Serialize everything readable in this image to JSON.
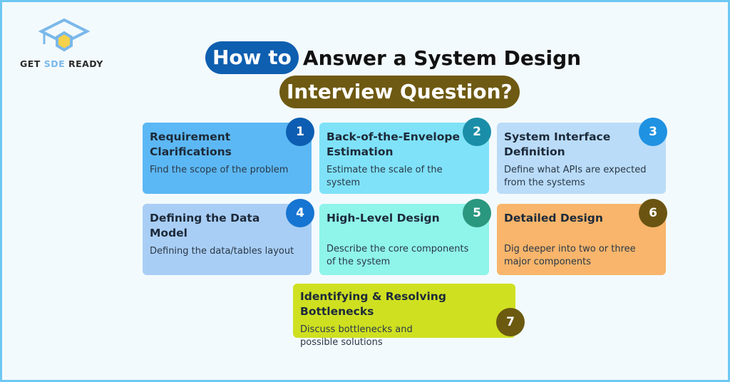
{
  "logo": {
    "get": "GET",
    "sde": "SDE",
    "ready": "READY"
  },
  "title": {
    "highlight": "How to",
    "rest": "Answer a System Design",
    "line2": "Interview Question?"
  },
  "steps": [
    {
      "number": "1",
      "title": "Requirement Clarifications",
      "description": "Find the scope of the problem",
      "color": "#5cb8f4",
      "badge_color": "#0d5eb2"
    },
    {
      "number": "2",
      "title": "Back-of-the-Envelope Estimation",
      "description": "Estimate the scale of the system",
      "color": "#7fe2f8",
      "badge_color": "#1a8ea8"
    },
    {
      "number": "3",
      "title": "System Interface Definition",
      "description": "Define what APIs are expected from the systems",
      "color": "#badcf8",
      "badge_color": "#1f92e2"
    },
    {
      "number": "4",
      "title": "Defining the Data Model",
      "description": "Defining the data/tables layout",
      "color": "#a9cef5",
      "badge_color": "#1675d2"
    },
    {
      "number": "5",
      "title": "High-Level Design",
      "description": "Describe the core components of the system",
      "color": "#8ff4ea",
      "badge_color": "#2a977f"
    },
    {
      "number": "6",
      "title": "Detailed Design",
      "description": "Dig deeper into two or three major components",
      "color": "#f8b56b",
      "badge_color": "#6b5412"
    },
    {
      "number": "7",
      "title": "Identifying & Resolving Bottlenecks",
      "description": "Discuss bottlenecks and possible solutions",
      "color": "#cfe021",
      "badge_color": "#6b5a10"
    }
  ]
}
